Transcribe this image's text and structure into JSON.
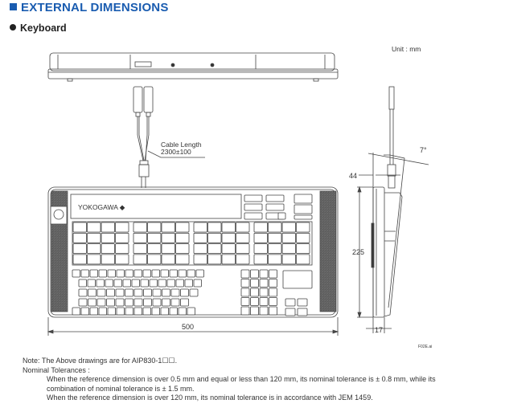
{
  "header": {
    "title": "EXTERNAL DIMENSIONS",
    "subtitle": "Keyboard"
  },
  "drawing": {
    "unit_label": "Unit : mm",
    "cable_label_line1": "Cable Length",
    "cable_label_line2": "2300±100",
    "brand_text": "YOKOGAWA ◆",
    "dim_width": "500",
    "dim_height": "225",
    "dim_depth_top": "44",
    "dim_depth_bottom": "17",
    "tilt_angle": "7°",
    "figure_id": "F02E.ai"
  },
  "notes": {
    "line1": "Note:  The Above drawings are for AIP830-1☐☐.",
    "line2": "Nominal Tolerances :",
    "line3": "When the reference dimension is over 0.5 mm and equal or less than 120 mm, its nominal tolerance is ± 0.8 mm, while its",
    "line4": "combination of nominal tolerance is ± 1.5 mm.",
    "line5": "When the reference dimension is over 120 mm, its nominal tolerance is in accordance with JEM 1459."
  }
}
